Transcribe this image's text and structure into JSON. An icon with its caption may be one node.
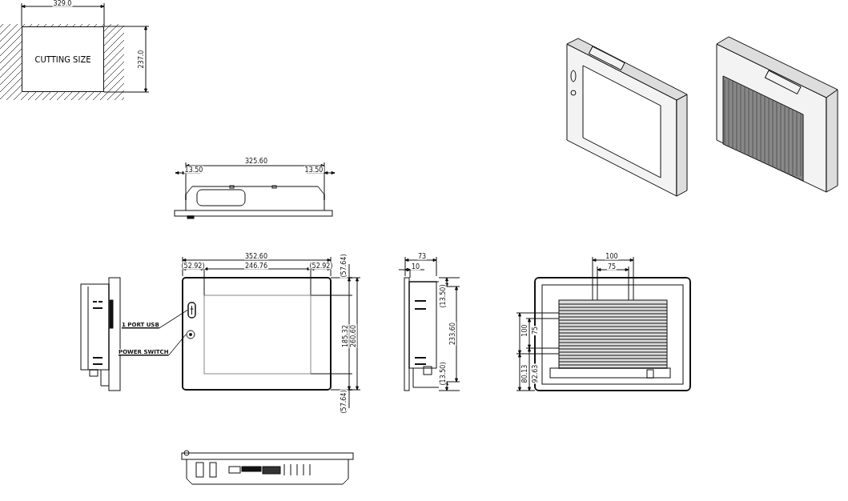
{
  "diagram": {
    "nodes": [
      {
        "text": [
          "CUTTING SIZE"
        ]
      },
      {
        "text": [
          "1 PORT USB"
        ]
      },
      {
        "text": [],
        "shape": "picture"
      },
      {
        "text": [
          "POWER SWITCH"
        ]
      },
      {
        "text": [],
        "shape": "circle"
      }
    ],
    "edges": [
      {
        "from": 1,
        "to": 2,
        "arrow": "none"
      },
      {
        "from": 3,
        "to": 4,
        "arrow": "none"
      }
    ],
    "labels": [
      "329.0",
      "237.0",
      "325.60",
      "13.50",
      "13.50",
      "352.60",
      "(52.92)",
      "246.76",
      "(52.92)",
      "73",
      "10",
      "100",
      "75",
      "(57.64)",
      "(13.50)",
      "185.32",
      "260.60",
      "233.60",
      "100",
      "75",
      "(13.50)",
      "(57.64)",
      "80.13",
      "92.63"
    ]
  }
}
